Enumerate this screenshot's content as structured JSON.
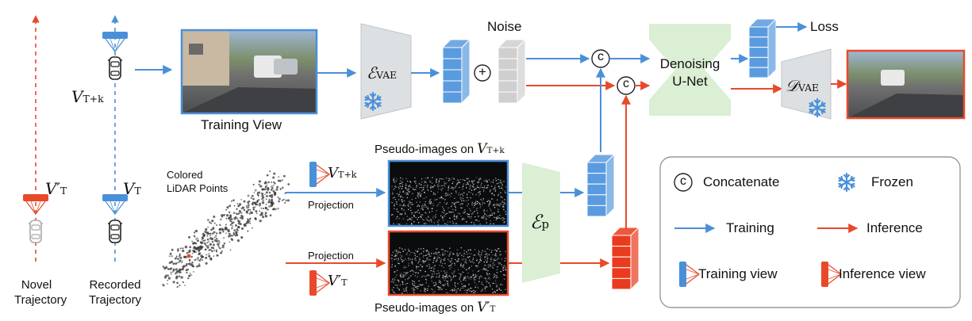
{
  "colors": {
    "training": "#4a90d9",
    "inference": "#e8492b",
    "encoder": "#dde0e3",
    "unet": "#daefd3",
    "latent_blue": "#5a9bdf",
    "latent_gray": "#cfcfcf",
    "latent_red": "#ea3b1e",
    "snowflake": "#4a90d9"
  },
  "left": {
    "novel_pose": "V′",
    "novel_pose_sub": "T",
    "recorded_pose": "V",
    "recorded_pose_sub": "T",
    "recorded_future_pose": "V",
    "recorded_future_pose_sub": "T+k",
    "novel_trajectory_line1": "Novel",
    "novel_trajectory_line2": "Trajectory",
    "recorded_trajectory_line1": "Recorded",
    "recorded_trajectory_line2": "Trajectory"
  },
  "top": {
    "training_view_label": "Training View",
    "vae_encoder": "ℰ",
    "vae_encoder_sub": "VAE",
    "noise_label": "Noise",
    "plus_symbol": "+",
    "concat_symbol": "c",
    "unet_line1": "Denoising",
    "unet_line2": "U-Net",
    "vae_decoder": "𝒟",
    "vae_decoder_sub": "VAE",
    "loss_label": "Loss"
  },
  "bottom": {
    "lidar_line1": "Colored",
    "lidar_line2": "LiDAR Points",
    "training_pose": "V",
    "training_pose_sub": "T+k",
    "inference_pose": "V′",
    "inference_pose_sub": "T",
    "projection_top": "Projection",
    "projection_bottom": "Projection",
    "pseudo_top": "Pseudo-images on",
    "pseudo_top_math": "V",
    "pseudo_top_sub": "T+k",
    "pseudo_bottom": "Pseudo-images on",
    "pseudo_bottom_math": "V′",
    "pseudo_bottom_sub": "T",
    "pseudo_encoder": "ℰ",
    "pseudo_encoder_sub": "p"
  },
  "legend": {
    "concat_symbol": "c",
    "concat_label": "Concatenate",
    "frozen_label": "Frozen",
    "training_label": "Training",
    "inference_label": "Inference",
    "training_view_label": "Training view",
    "inference_view_label": "Inference view"
  }
}
